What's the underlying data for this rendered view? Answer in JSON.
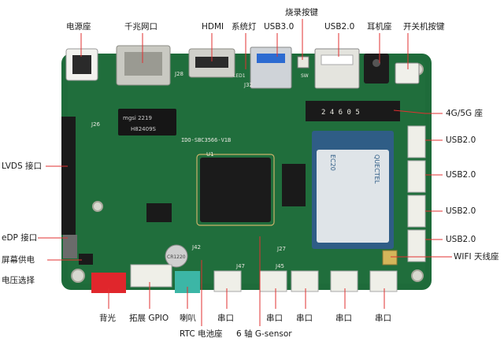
{
  "colors": {
    "pcb": "#1e6b3a",
    "pcb_dark": "#134d28",
    "leader": "#e23030",
    "label_text": "#1a1a1a",
    "module_blue": "#2f5d86",
    "white_conn": "#efefe8",
    "red_conn": "#e0262c",
    "teal_conn": "#3cb6a6"
  },
  "board": {
    "silk_model": "IDO-SBC3566-V1B",
    "silk_u1": "U1",
    "silk_j26": "J26",
    "silk_j28": "J28",
    "silk_j32": "J32",
    "silk_j42": "J42",
    "silk_j45": "J45",
    "silk_j47": "J47",
    "silk_j27": "J27",
    "silk_led": "LED1",
    "silk_sw": "SW",
    "module_brand": "QUECTEL",
    "module_model": "EC20",
    "slot_text": "2 4 6 0 5",
    "chip_eth": "H82409S",
    "chip_eth_brand": "mgsi 2219",
    "battery_text": "CR1220"
  },
  "labels": {
    "power_jack": "电源座",
    "gigabit_lan": "千兆网口",
    "hdmi": "HDMI",
    "sys_led": "系统灯",
    "usb30": "USB3.0",
    "burn_key": "烧录按键",
    "usb20_top": "USB2.0",
    "earphone": "耳机座",
    "power_switch": "开关机按键",
    "lte_slot": "4G/5G 座",
    "usb20_r1": "USB2.0",
    "usb20_r2": "USB2.0",
    "usb20_r3": "USB2.0",
    "usb20_r4": "USB2.0",
    "wifi_ant": "WIFI 天线座",
    "lvds": "LVDS 接口",
    "edp": "eDP 接口",
    "screen_power_1": "屏幕供电",
    "screen_power_2": "电压选择",
    "backlight": "背光",
    "gpio": "拓展 GPIO",
    "speaker": "喇叭",
    "rtc": "RTC 电池座",
    "gsensor": "6 轴 G-sensor",
    "uart_1": "串口",
    "uart_2": "串口",
    "uart_3": "串口",
    "uart_4": "串口",
    "uart_5": "串口"
  }
}
